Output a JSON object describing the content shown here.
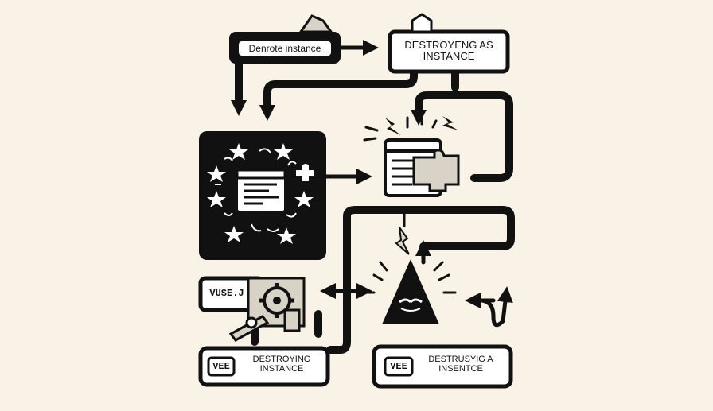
{
  "diagram": {
    "colors": {
      "background": "#f8f3e6",
      "ink": "#111111",
      "accent_gray": "#d8d3c6",
      "paper": "#ffffff"
    },
    "nodes": {
      "top_left_label": "Denrote instance",
      "top_right_label": "DESTROYENG AS INSTANCE",
      "vue_label": "VUSE.J",
      "bottom_left_tag": "VEE",
      "bottom_left_label": "DESTROYING INSTANCE",
      "bottom_right_tag": "VEE",
      "bottom_right_label": "DESTRUSYIG A INSENTCE"
    },
    "icons": [
      "browser-window-icon",
      "star-icon",
      "puzzle-piece-icon",
      "gear-icon",
      "lightning-icon",
      "warning-triangle-icon",
      "wrench-icon"
    ]
  }
}
